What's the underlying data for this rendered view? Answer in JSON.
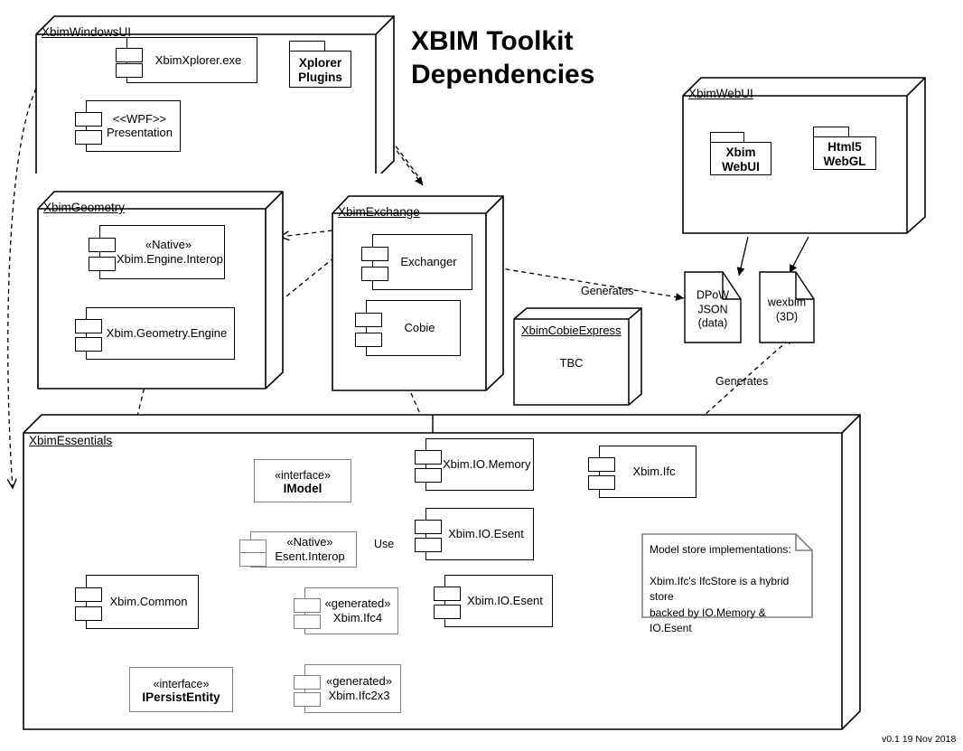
{
  "diagram": {
    "title": "XBIM Toolkit\nDependencies",
    "version": "v0.1 19 Nov 2018"
  },
  "packages": {
    "windows_ui": {
      "name": "XbimWindowsUI"
    },
    "web_ui": {
      "name": "XbimWebUI"
    },
    "geometry": {
      "name": "XbimGeometry"
    },
    "exchange": {
      "name": "XbimExchange"
    },
    "essentials": {
      "name": "XbimEssentials"
    }
  },
  "components": {
    "xbim_xplorer_exe": {
      "label": "XbimXplorer.exe"
    },
    "wpf_presentation": {
      "label": "<<WPF>>\nPresentation"
    },
    "xplorer_plugins": {
      "label": "Xplorer\nPlugins"
    },
    "xbim_web_ui": {
      "label": "Xbim\nWebUI"
    },
    "html5_webgl": {
      "label": "Html5\nWebGL"
    },
    "engine_interop": {
      "label": "«Native»\nXbim.Engine.Interop"
    },
    "geometry_engine": {
      "label": "Xbim.Geometry.Engine"
    },
    "exchanger": {
      "label": "Exchanger"
    },
    "cobie": {
      "label": "Cobie"
    },
    "io_memory": {
      "label": "Xbim.IO.Memory"
    },
    "io_esent": {
      "label": "Xbim.IO.Esent"
    },
    "io_esent_2": {
      "label": "Xbim.IO.Esent"
    },
    "xbim_ifc": {
      "label": "Xbim.Ifc"
    },
    "esent_interop": {
      "label": "«Native»\nEsent.Interop"
    },
    "xbim_common": {
      "label": "Xbim.Common"
    },
    "xbim_ifc4": {
      "label": "«generated»\nXbim.Ifc4"
    },
    "xbim_ifc2x3": {
      "label": "«generated»\nXbim.Ifc2x3"
    }
  },
  "interfaces": {
    "imodel": {
      "stereotype": "«interface»",
      "name": "IModel"
    },
    "ipersistentity": {
      "stereotype": "«interface»",
      "name": "IPersistEntity"
    }
  },
  "artifacts": {
    "dpow_json": {
      "label": "DPoW\nJSON\n(data)"
    },
    "wexbim": {
      "label": "wexbim\n(3D)"
    }
  },
  "cobie_express": {
    "name": "XbimCobieExpress",
    "body": "TBC"
  },
  "note": {
    "text": "Model store implementations:\n\nXbim.Ifc's IfcStore is a hybrid store\nbacked by IO.Memory & IO.Esent"
  },
  "edge_labels": {
    "generates_dpow": "Generates",
    "generates_wexbim": "Generates",
    "use": "Use"
  },
  "colors": {
    "stroke": "#000000",
    "gray_stroke": "#808080",
    "background": "#ffffff"
  }
}
